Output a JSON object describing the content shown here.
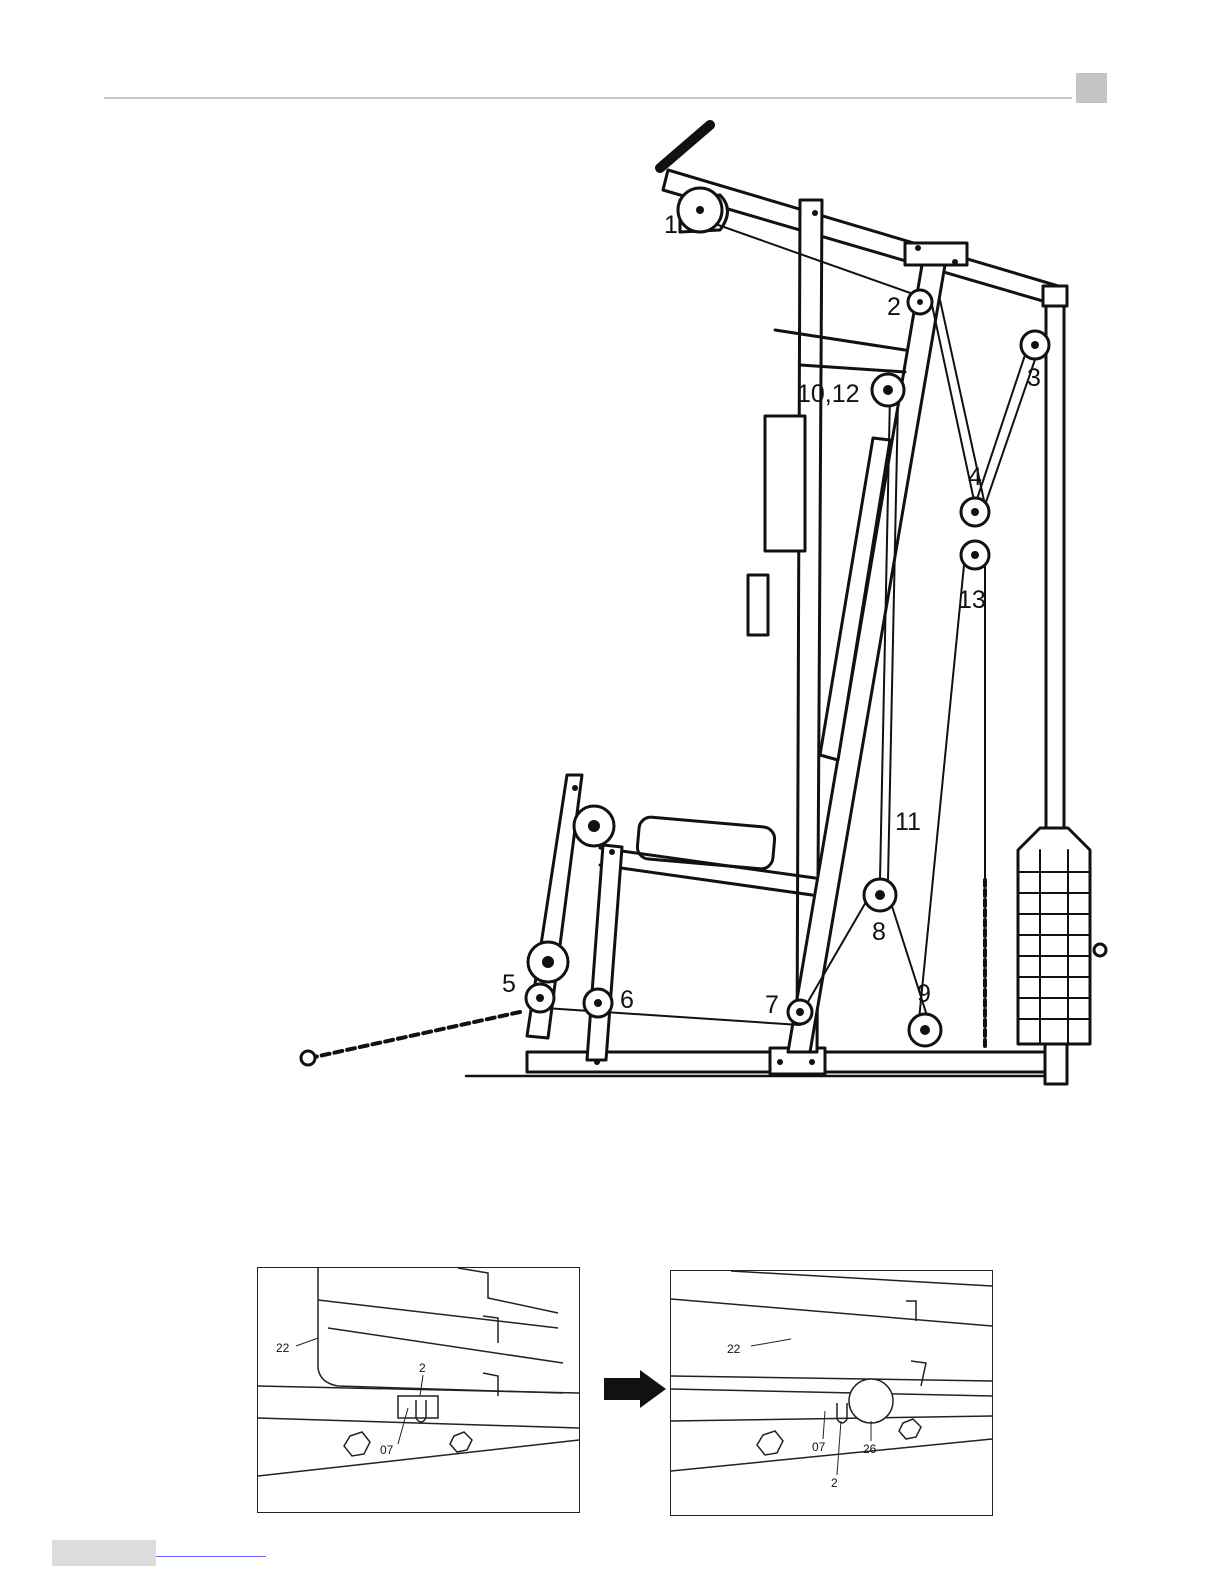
{
  "main_figure": {
    "callouts": [
      "1",
      "2",
      "3",
      "4",
      "10,12",
      "13",
      "11",
      "8",
      "9",
      "5",
      "6",
      "7"
    ]
  },
  "detail_before": {
    "labels": [
      "22",
      "2",
      "07"
    ]
  },
  "detail_after": {
    "labels": [
      "22",
      "07",
      "26",
      "2"
    ]
  },
  "arrow": {
    "icon": "right-arrow-icon"
  }
}
